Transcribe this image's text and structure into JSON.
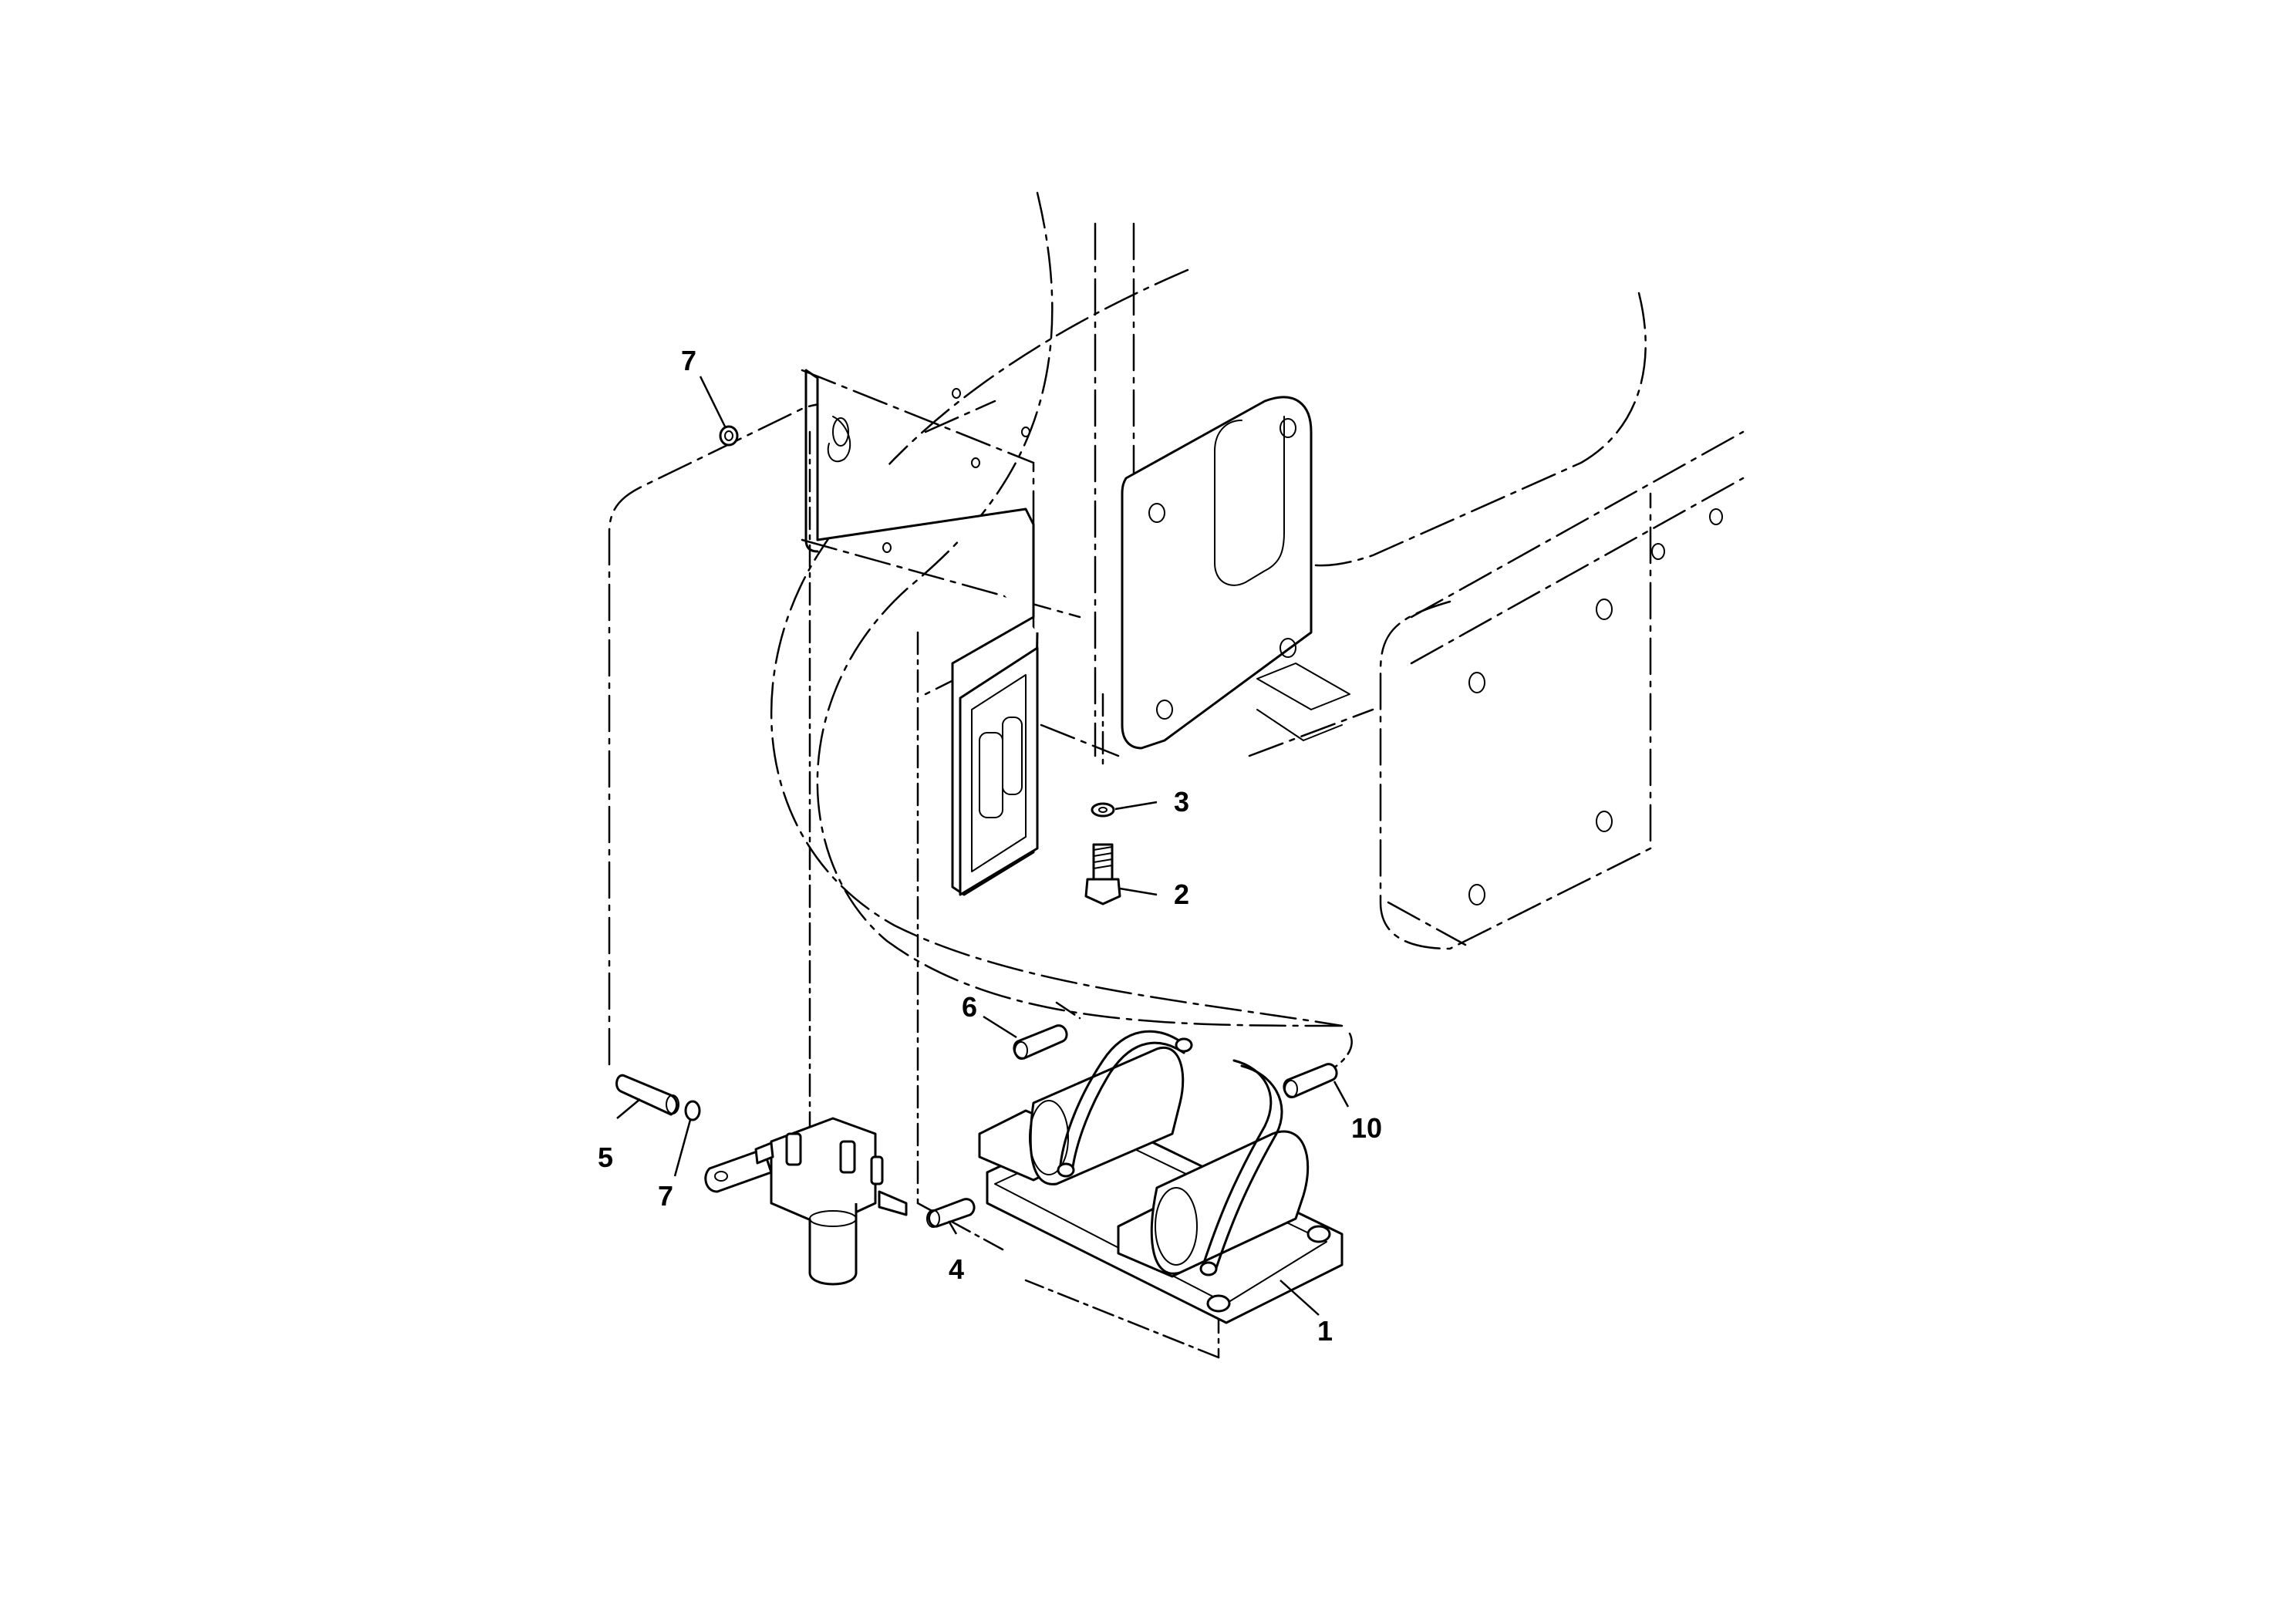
{
  "callouts": [
    {
      "id": "callout-1",
      "text": "1"
    },
    {
      "id": "callout-2",
      "text": "2"
    },
    {
      "id": "callout-3",
      "text": "3"
    },
    {
      "id": "callout-4",
      "text": "4"
    },
    {
      "id": "callout-5",
      "text": "5"
    },
    {
      "id": "callout-6",
      "text": "6"
    },
    {
      "id": "callout-7-top",
      "text": "7"
    },
    {
      "id": "callout-7-bottom",
      "text": "7"
    },
    {
      "id": "callout-10",
      "text": "10"
    }
  ],
  "colors": {
    "line": "#000000",
    "background": "#ffffff"
  }
}
